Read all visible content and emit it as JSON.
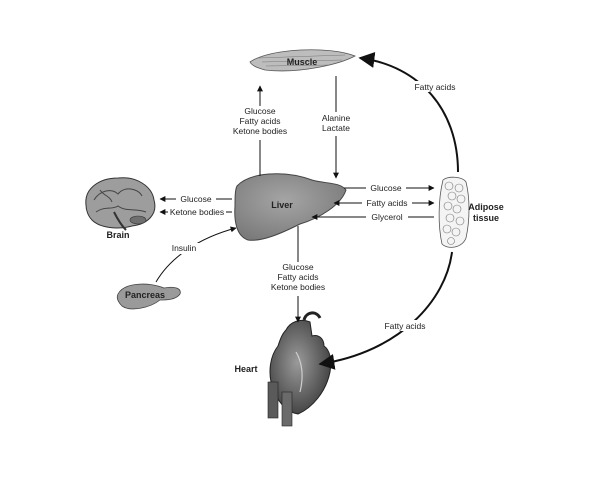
{
  "organs": {
    "muscle": "Muscle",
    "liver": "Liver",
    "brain": "Brain",
    "adipose_line1": "Adipose",
    "adipose_line2": "tissue",
    "pancreas": "Pancreas",
    "heart": "Heart"
  },
  "flows": {
    "liver_to_muscle": [
      "Glucose",
      "Fatty acids",
      "Ketone bodies"
    ],
    "muscle_to_liver": [
      "Alanine",
      "Lactate"
    ],
    "liver_to_brain_glucose": "Glucose",
    "liver_to_brain_ketones": "Ketone bodies",
    "pancreas_to_liver": "Insulin",
    "liver_to_adipose_glucose": "Glucose",
    "liver_adipose_fatty_acids": "Fatty acids",
    "adipose_to_liver_glycerol": "Glycerol",
    "adipose_to_muscle": "Fatty acids",
    "adipose_to_heart": "Fatty acids",
    "liver_to_heart": [
      "Glucose",
      "Fatty acids",
      "Ketone bodies"
    ]
  },
  "colors": {
    "organ_fill": "#8f8f8f",
    "organ_dark": "#4a4a4a",
    "adipose_fill": "#f4f4f4",
    "arrow": "#111111",
    "label_bg": "#ffffff"
  }
}
